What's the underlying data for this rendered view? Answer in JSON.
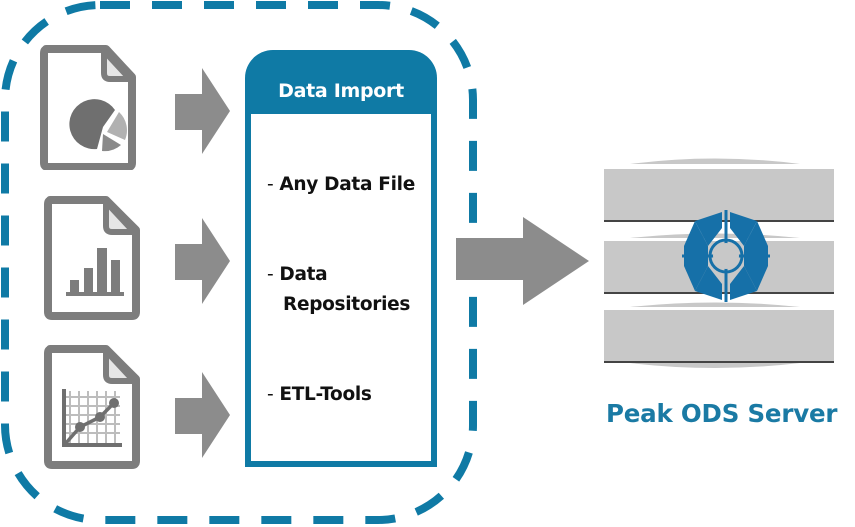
{
  "colors": {
    "accent": "#0f7aa5",
    "icon_gray": "#7d7d7d",
    "arrow_gray": "#8c8c8c",
    "server_gray": "#c8c8c8",
    "server_label": "#1a7aa4"
  },
  "source_files": [
    {
      "icon": "pie-chart-file-icon"
    },
    {
      "icon": "bar-chart-file-icon"
    },
    {
      "icon": "line-chart-file-icon"
    }
  ],
  "data_import": {
    "title": "Data Import",
    "items": [
      {
        "label": "Any Data File",
        "continuation": ""
      },
      {
        "label": "Data",
        "continuation": "Repositories"
      },
      {
        "label": "ETL-Tools",
        "continuation": ""
      }
    ],
    "bullet": "-"
  },
  "server": {
    "label": "Peak ODS Server",
    "icon": "peak-ods-logo-icon"
  }
}
